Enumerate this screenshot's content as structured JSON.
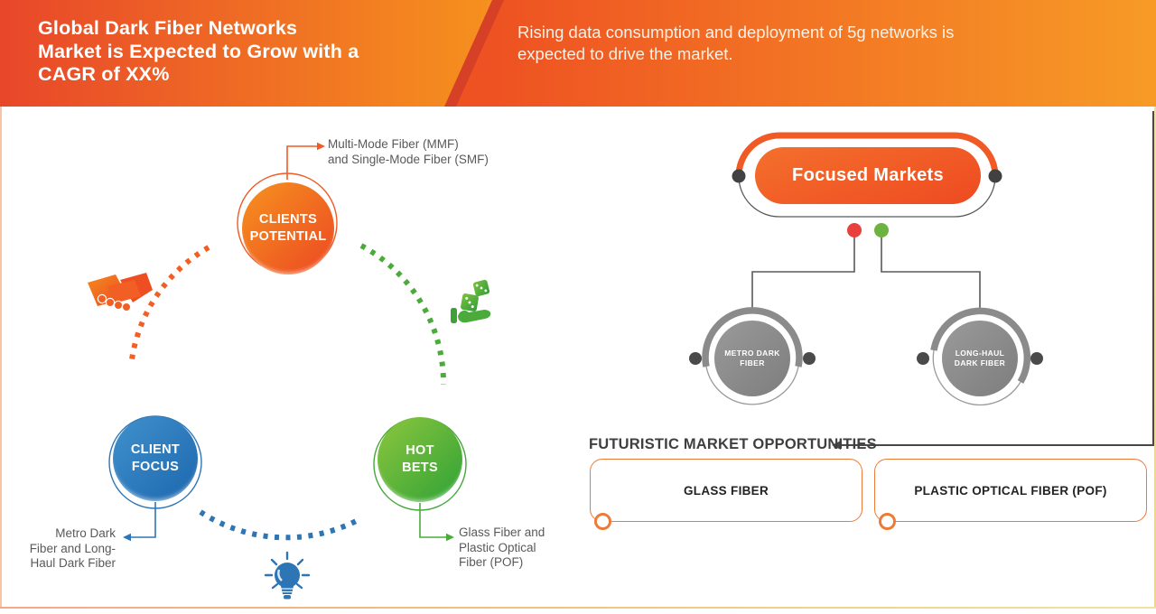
{
  "banner": {
    "title": "Global Dark Fiber Networks\nMarket is Expected to Grow with a\nCAGR of XX%",
    "subtitle": "Rising data consumption and deployment of 5g networks is\nexpected to drive the market."
  },
  "cycle": {
    "clients_potential": {
      "label": "CLIENTS\nPOTENTIAL",
      "callout": "Multi-Mode Fiber (MMF)\nand Single-Mode Fiber (SMF)"
    },
    "client_focus": {
      "label": "CLIENT\nFOCUS",
      "callout": "Metro Dark\nFiber and Long-\nHaul Dark Fiber"
    },
    "hot_bets": {
      "label": "HOT\nBETS",
      "callout": "Glass Fiber and\nPlastic Optical\nFiber (POF)"
    },
    "icons": [
      "handshake-icon",
      "dice-hand-icon",
      "lightbulb-icon"
    ]
  },
  "focused": {
    "title": "Focused Markets",
    "metro": {
      "label": "METRO DARK FIBER"
    },
    "long_haul": {
      "label": "LONG-HAUL\nDARK FIBER"
    }
  },
  "opportunities": {
    "heading": "FUTURISTIC MARKET OPPORTUNITIES",
    "items": [
      {
        "label": "GLASS FIBER"
      },
      {
        "label": "PLASTIC OPTICAL FIBER (POF)"
      }
    ]
  },
  "colors": {
    "orange": "#f15a24",
    "orange_light": "#f6921e",
    "banner_red": "#e8472a",
    "stripe_red": "#d64026",
    "blue": "#2e75b5",
    "green": "#4aab3b",
    "gray_node": "#8b8b8b",
    "dark_dot": "#414042",
    "red_dot": "#e8403c",
    "green_dot": "#6cb33f",
    "text_gray": "#58595b",
    "text_dark": "#3f3f41",
    "box_border": "#ee7a38"
  }
}
